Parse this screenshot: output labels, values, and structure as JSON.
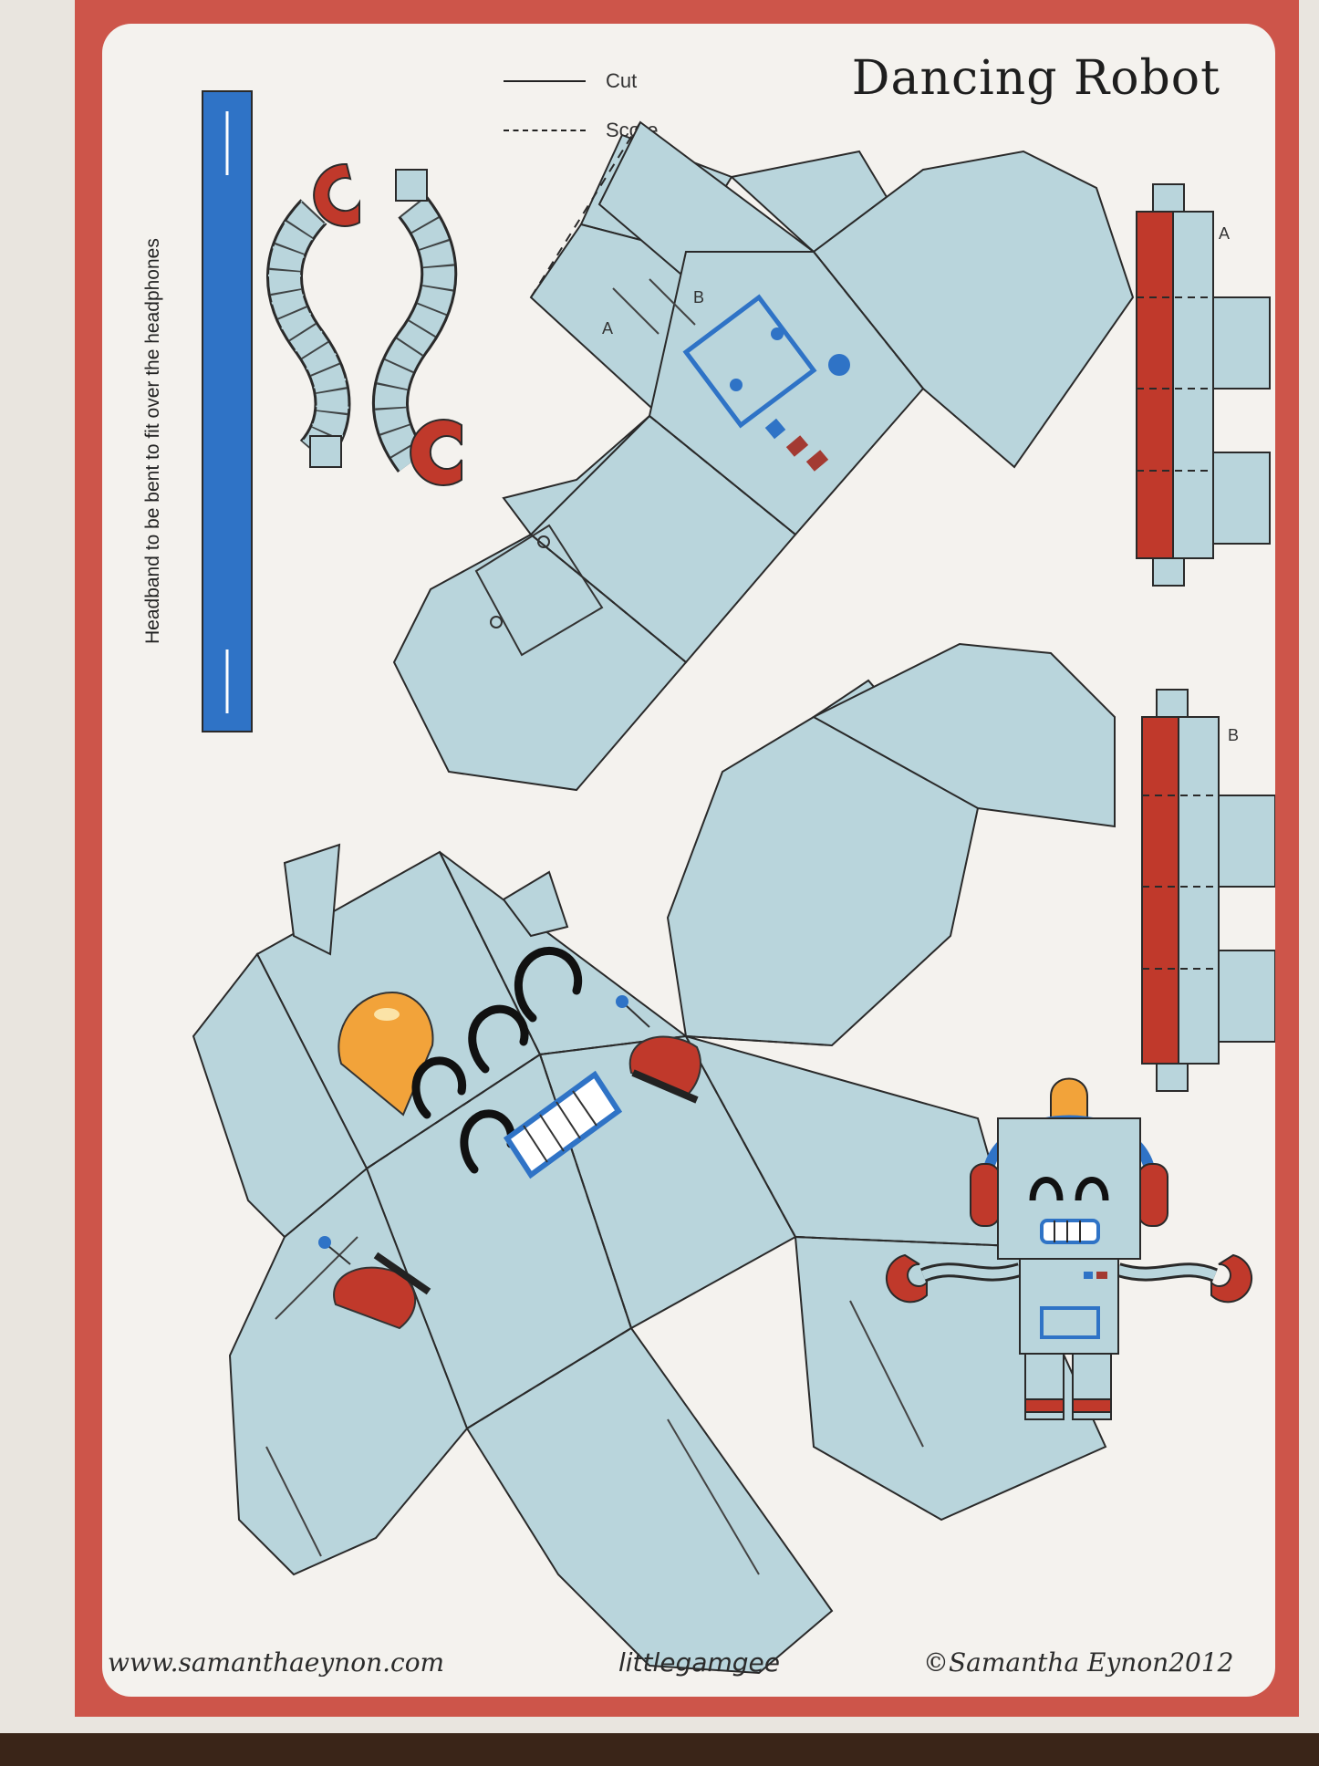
{
  "title": "Dancing Robot",
  "legend": {
    "cut_label": "Cut",
    "score_label": "Score"
  },
  "headband_caption": "Headband to be bent to fit over the headphones",
  "piece_labels": {
    "a": "A",
    "b": "B"
  },
  "footer": {
    "website": "www.samanthaeynon.com",
    "handle": "littlegamgee",
    "copyright": "©Samantha Eynon2012"
  },
  "colors": {
    "frame": "#cd554a",
    "sheet": "#f4f2ee",
    "part_fill": "#b9d5dc",
    "headband": "#2f73c6",
    "claw": "#c0392b",
    "bulb": "#f2a33a",
    "outline": "#2a2a2a"
  },
  "icons": [
    "claw-icon",
    "bulb-icon",
    "antenna-dome-icon",
    "smile-eye-icon",
    "grin-mouth-icon",
    "screen-panel-icon"
  ]
}
